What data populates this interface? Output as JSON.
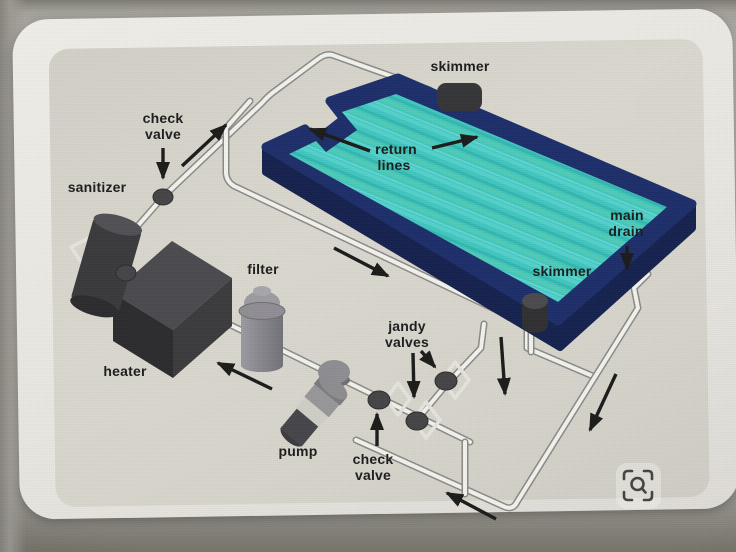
{
  "scene": {
    "description": "Photo of a screen showing a swimming pool plumbing diagram on a white rounded card",
    "background_color": "#a8a69e",
    "card_color": "#edebe5",
    "canvas_color": "#d6d4cb"
  },
  "diagram": {
    "colors": {
      "pool_border": "#1b2d6b",
      "pool_depth": "#13214f",
      "pool_water": "#3cc8c2",
      "pipe": "#f3f2ec",
      "pipe_edge": "#8a8a86",
      "equipment_dark": "#39383b",
      "equipment_gray": "#8b8a8f",
      "arrow": "#1a1a1a",
      "label": "#1b1b1b"
    },
    "labels": {
      "skimmer_top": "skimmer",
      "skimmer_right": "skimmer",
      "return_lines_line1": "return",
      "return_lines_line2": "lines",
      "main_drain_line1": "main",
      "main_drain_line2": "drain",
      "check_valve_line1": "check",
      "check_valve_line2": "valve",
      "jandy_valves_line1": "jandy",
      "jandy_valves_line2": "valves",
      "sanitizer": "sanitizer",
      "heater": "heater",
      "filter": "filter",
      "pump": "pump"
    }
  },
  "overlay": {
    "lens_icon_name": "google-lens-icon"
  }
}
